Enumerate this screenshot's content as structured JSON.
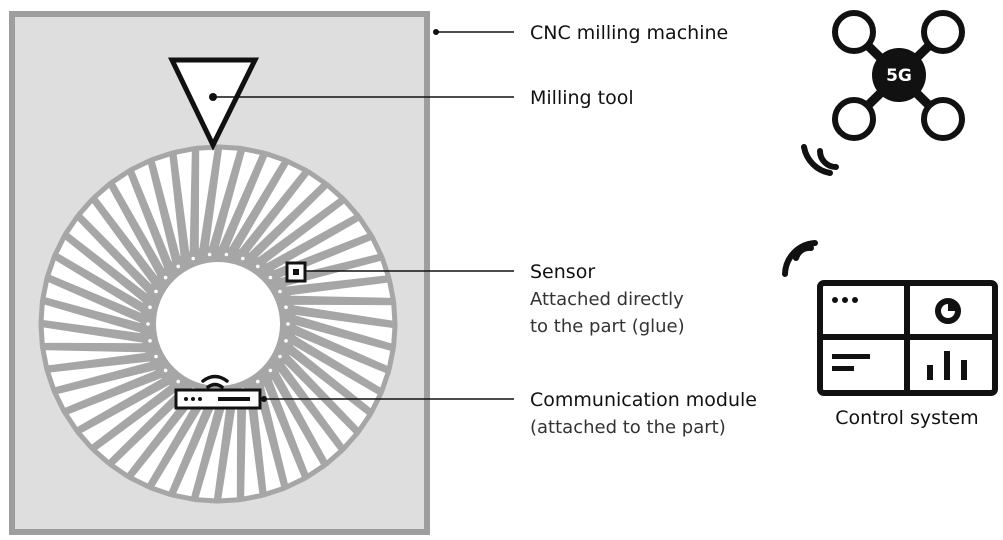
{
  "labels": {
    "cnc_machine": "CNC milling machine",
    "milling_tool": "Milling tool",
    "sensor": "Sensor",
    "sensor_note_line1": "Attached directly",
    "sensor_note_line2": "to the part (glue)",
    "comm_module": "Communication module",
    "comm_module_note": "(attached to the part)",
    "network_badge": "5G",
    "control_system": "Control system"
  },
  "colors": {
    "machine_fill": "#dedede",
    "machine_border": "#9e9e9e",
    "blade_stroke": "#a6a6a6",
    "ink": "#111111"
  },
  "icons": {
    "network_hub": "5g-network-hub-icon",
    "wireless": "wireless-signal-icon",
    "dashboard": "control-dashboard-icon"
  },
  "part": {
    "blade_count": 48
  }
}
